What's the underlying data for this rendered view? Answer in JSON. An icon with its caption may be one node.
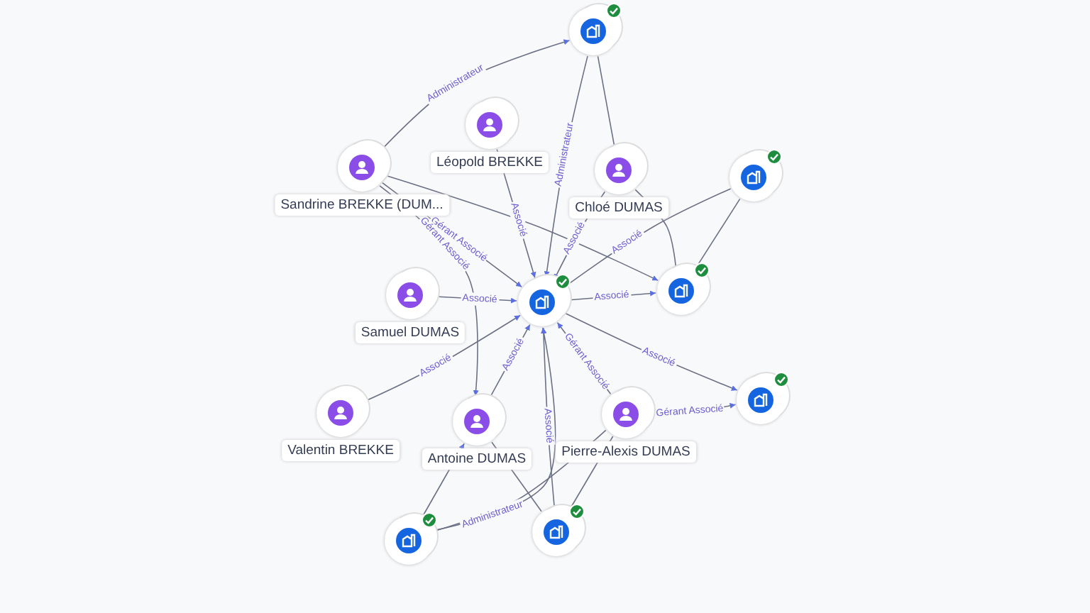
{
  "diagram": {
    "nodes": [
      {
        "text": [],
        "shape": "circle"
      },
      {
        "text": [
          "Léopold BREKKE"
        ]
      },
      {
        "text": [
          "Sandrine BREKKE (DUM..."
        ]
      },
      {
        "text": [
          "Chloé DUMAS"
        ]
      },
      {
        "text": [],
        "shape": "circle"
      },
      {
        "text": [
          "Samuel DUMAS"
        ]
      },
      {
        "text": [],
        "shape": "circle"
      },
      {
        "text": [],
        "shape": "circle"
      },
      {
        "text": [
          "Valentin BREKKE"
        ]
      },
      {
        "text": [
          "Antoine DUMAS"
        ]
      },
      {
        "text": [
          "Pierre-Alexis DUMAS"
        ]
      },
      {
        "text": [],
        "shape": "circle"
      },
      {
        "text": [],
        "shape": "circle"
      },
      {
        "text": [],
        "shape": "circle"
      }
    ],
    "edges": [
      {
        "from": 2,
        "to": 0,
        "arrow": "to",
        "label": "Administrateur"
      },
      {
        "from": 1,
        "to": 6,
        "arrow": "to",
        "label": "Associé"
      },
      {
        "from": 0,
        "to": 6,
        "arrow": "to",
        "label": "Administrateur"
      },
      {
        "from": 3,
        "to": 6,
        "arrow": "to",
        "label": "Associé"
      },
      {
        "from": 2,
        "to": 6,
        "arrow": "to",
        "label": "Gérant Associé"
      },
      {
        "from": 2,
        "to": 7,
        "arrow": "to"
      },
      {
        "from": 4,
        "to": 6,
        "arrow": "to",
        "label": "Associé"
      },
      {
        "from": 5,
        "to": 6,
        "arrow": "to",
        "label": "Associé"
      },
      {
        "from": 6,
        "to": 7,
        "arrow": "to",
        "label": "Associé"
      },
      {
        "from": 6,
        "to": 11,
        "arrow": "to",
        "label": "Associé"
      },
      {
        "from": 8,
        "to": 6,
        "arrow": "to",
        "label": "Associé"
      },
      {
        "from": 2,
        "to": 9,
        "arrow": "to",
        "label": "Gérant Associé"
      },
      {
        "from": 9,
        "to": 6,
        "arrow": "to",
        "label": "Associé"
      },
      {
        "from": 10,
        "to": 6,
        "arrow": "to",
        "label": "Gérant Associé"
      },
      {
        "from": 10,
        "to": 11,
        "arrow": "to",
        "label": "Gérant Associé"
      },
      {
        "from": 13,
        "to": 6,
        "arrow": "to",
        "label": "Associé"
      },
      {
        "from": 12,
        "to": 6,
        "arrow": "to",
        "label": "Administrateur"
      },
      {
        "from": 12,
        "to": 9,
        "arrow": "to"
      },
      {
        "from": 9,
        "to": 13,
        "arrow": "none"
      },
      {
        "from": 10,
        "to": 12,
        "arrow": "none"
      },
      {
        "from": 10,
        "to": 13,
        "arrow": "none"
      },
      {
        "from": 7,
        "to": 3,
        "arrow": "none"
      },
      {
        "from": 4,
        "to": 7,
        "arrow": "none"
      },
      {
        "from": 0,
        "to": 3,
        "arrow": "none"
      }
    ]
  }
}
